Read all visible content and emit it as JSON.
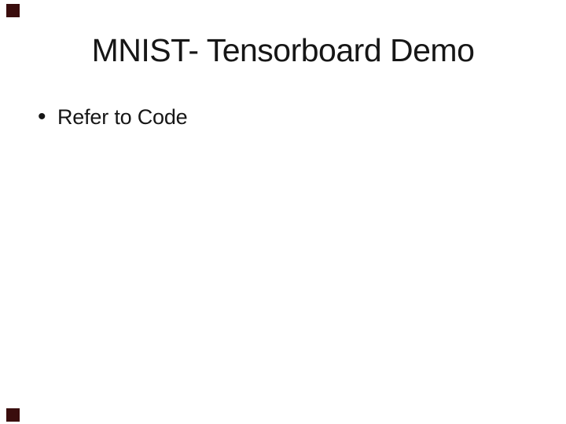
{
  "slide": {
    "title": "MNIST- Tensorboard Demo",
    "bullets": [
      {
        "marker": "•",
        "text": "Refer to Code"
      }
    ],
    "colors": {
      "background": "#ffffff",
      "text": "#161616",
      "corner_mark": "#3a0d0d"
    },
    "corner_marks": [
      {
        "position": "top-left"
      },
      {
        "position": "bottom-left"
      }
    ]
  }
}
